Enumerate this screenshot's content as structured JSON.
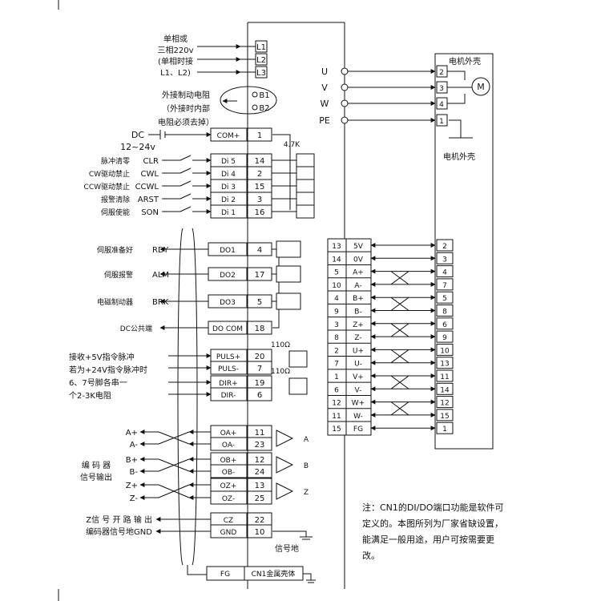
{
  "power": {
    "lines": [
      "单相或",
      "三相220v",
      "(单相时接",
      "L1、L2)"
    ],
    "terminals": [
      "L1",
      "L2",
      "L3"
    ]
  },
  "brake": {
    "lines": [
      "外接制动电阻",
      "（外接时内部",
      "电阻必须去掉）"
    ],
    "terminals": [
      "B1",
      "B2"
    ]
  },
  "dc_supply": {
    "lines": [
      "DC",
      "12~24v"
    ],
    "resistor": "4.7K"
  },
  "com_plus": {
    "label": "COM+",
    "pin": "1"
  },
  "inputs": [
    {
      "desc": "脉冲清零",
      "signal": "CLR",
      "name": "Di 5",
      "pin": "14"
    },
    {
      "desc": "CW驱动禁止",
      "signal": "CWL",
      "name": "Di 4",
      "pin": "2"
    },
    {
      "desc": "CCW驱动禁止",
      "signal": "CCWL",
      "name": "Di 3",
      "pin": "15"
    },
    {
      "desc": "报警清除",
      "signal": "ARST",
      "name": "Di 2",
      "pin": "3"
    },
    {
      "desc": "伺服使能",
      "signal": "SON",
      "name": "Di 1",
      "pin": "16"
    }
  ],
  "outputs": [
    {
      "desc": "伺服准备好",
      "signal": "RDY",
      "name": "DO1",
      "pin": "4"
    },
    {
      "desc": "伺服报警",
      "signal": "ALM",
      "name": "DO2",
      "pin": "17"
    },
    {
      "desc": "电磁制动器",
      "signal": "BRK",
      "name": "DO3",
      "pin": "5"
    },
    {
      "desc": "DC公共端",
      "signal": "",
      "name": "DO COM",
      "pin": "18"
    }
  ],
  "pulse_note": [
    "接收+5V指令脉冲",
    "若为+24V指令脉冲时",
    "6、7号脚各串一",
    "个2-3K电阻"
  ],
  "pulse_inputs": [
    {
      "name": "PULS+",
      "pin": "20"
    },
    {
      "name": "PULS-",
      "pin": "7"
    },
    {
      "name": "DIR+",
      "pin": "19"
    },
    {
      "name": "DIR-",
      "pin": "6"
    }
  ],
  "pulse_res": "110Ω",
  "encoder_outputs": [
    {
      "name": "OA+",
      "pin": "11",
      "ext": "A+"
    },
    {
      "name": "OA-",
      "pin": "23",
      "ext": "A-"
    },
    {
      "name": "OB+",
      "pin": "12",
      "ext": "B+"
    },
    {
      "name": "OB-",
      "pin": "24",
      "ext": "B-"
    },
    {
      "name": "OZ+",
      "pin": "13",
      "ext": "Z+"
    },
    {
      "name": "OZ-",
      "pin": "25",
      "ext": "Z-"
    }
  ],
  "buffer_labels": [
    "A",
    "B",
    "Z"
  ],
  "encoder_out_label": [
    "编 码 器",
    "信号输出"
  ],
  "cz": {
    "desc": "Z信 号 开 路 输 出",
    "name": "CZ",
    "pin": "22"
  },
  "gnd": {
    "desc": "编码器信号地GND",
    "name": "GND",
    "pin": "10"
  },
  "signal_ground": "信号地",
  "fg": {
    "name": "FG",
    "desc": "CN1金属壳体"
  },
  "motor": {
    "phases": [
      "U",
      "V",
      "W",
      "PE"
    ],
    "pins": [
      "2",
      "3",
      "4",
      "1"
    ],
    "housing_top": "电机外壳",
    "housing_bottom": "电机外壳",
    "symbol": "M"
  },
  "encoder": [
    {
      "pin": "13",
      "name": "5V",
      "mpin": "2"
    },
    {
      "pin": "14",
      "name": "0V",
      "mpin": "3"
    },
    {
      "pin": "5",
      "name": "A+",
      "mpin": "4"
    },
    {
      "pin": "10",
      "name": "A-",
      "mpin": "7"
    },
    {
      "pin": "4",
      "name": "B+",
      "mpin": "5"
    },
    {
      "pin": "9",
      "name": "B-",
      "mpin": "8"
    },
    {
      "pin": "3",
      "name": "Z+",
      "mpin": "6"
    },
    {
      "pin": "8",
      "name": "Z-",
      "mpin": "9"
    },
    {
      "pin": "2",
      "name": "U+",
      "mpin": "10"
    },
    {
      "pin": "7",
      "name": "U-",
      "mpin": "13"
    },
    {
      "pin": "1",
      "name": "V+",
      "mpin": "11"
    },
    {
      "pin": "6",
      "name": "V-",
      "mpin": "14"
    },
    {
      "pin": "12",
      "name": "W+",
      "mpin": "12"
    },
    {
      "pin": "11",
      "name": "W-",
      "mpin": "15"
    },
    {
      "pin": "15",
      "name": "FG",
      "mpin": "1"
    }
  ],
  "note": "注：CN1的DI/DO端口功能是软件可定义的。本图所列为厂家省缺设置，能满足一般用途，用户可按需要更改。"
}
